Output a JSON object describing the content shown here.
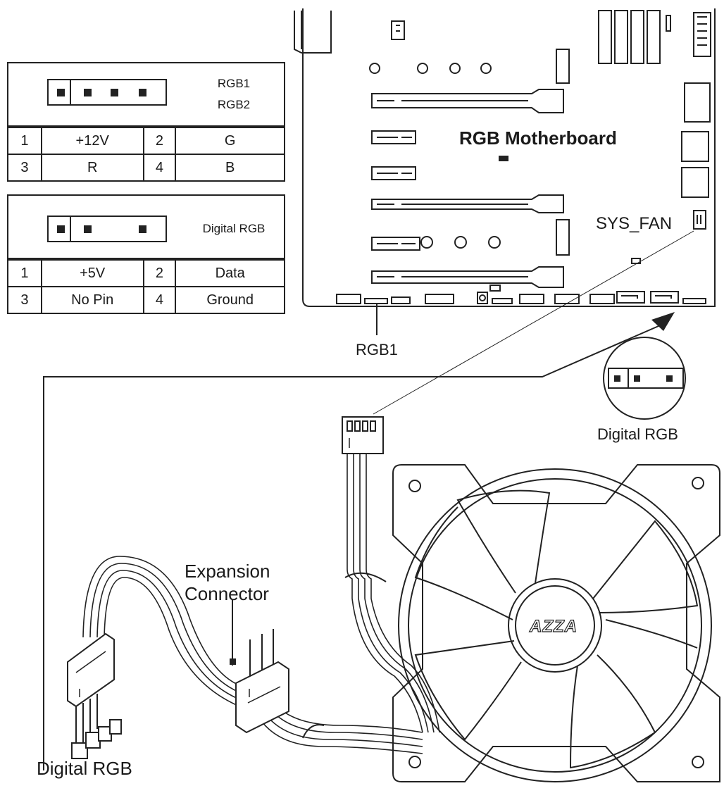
{
  "tables": [
    {
      "header_names": [
        "RGB1",
        "RGB2"
      ],
      "pins_shown": 4,
      "rows": [
        [
          "1",
          "+12V",
          "2",
          "G"
        ],
        [
          "3",
          "R",
          "4",
          "B"
        ]
      ]
    },
    {
      "header_names": [
        "Digital RGB"
      ],
      "pins_shown": 3,
      "rows": [
        [
          "1",
          "+5V",
          "2",
          "Data"
        ],
        [
          "3",
          "No Pin",
          "4",
          "Ground"
        ]
      ]
    }
  ],
  "labels": {
    "motherboard": "RGB Motherboard",
    "sys_fan": "SYS_FAN",
    "rgb1": "RGB1",
    "digital_rgb_inset": "Digital RGB",
    "expansion_line1": "Expansion",
    "expansion_line2": "Connector",
    "digital_rgb_bottom": "Digital RGB",
    "fan_logo": "AZZA"
  },
  "colors": {
    "line": "#222222",
    "background": "#ffffff"
  }
}
